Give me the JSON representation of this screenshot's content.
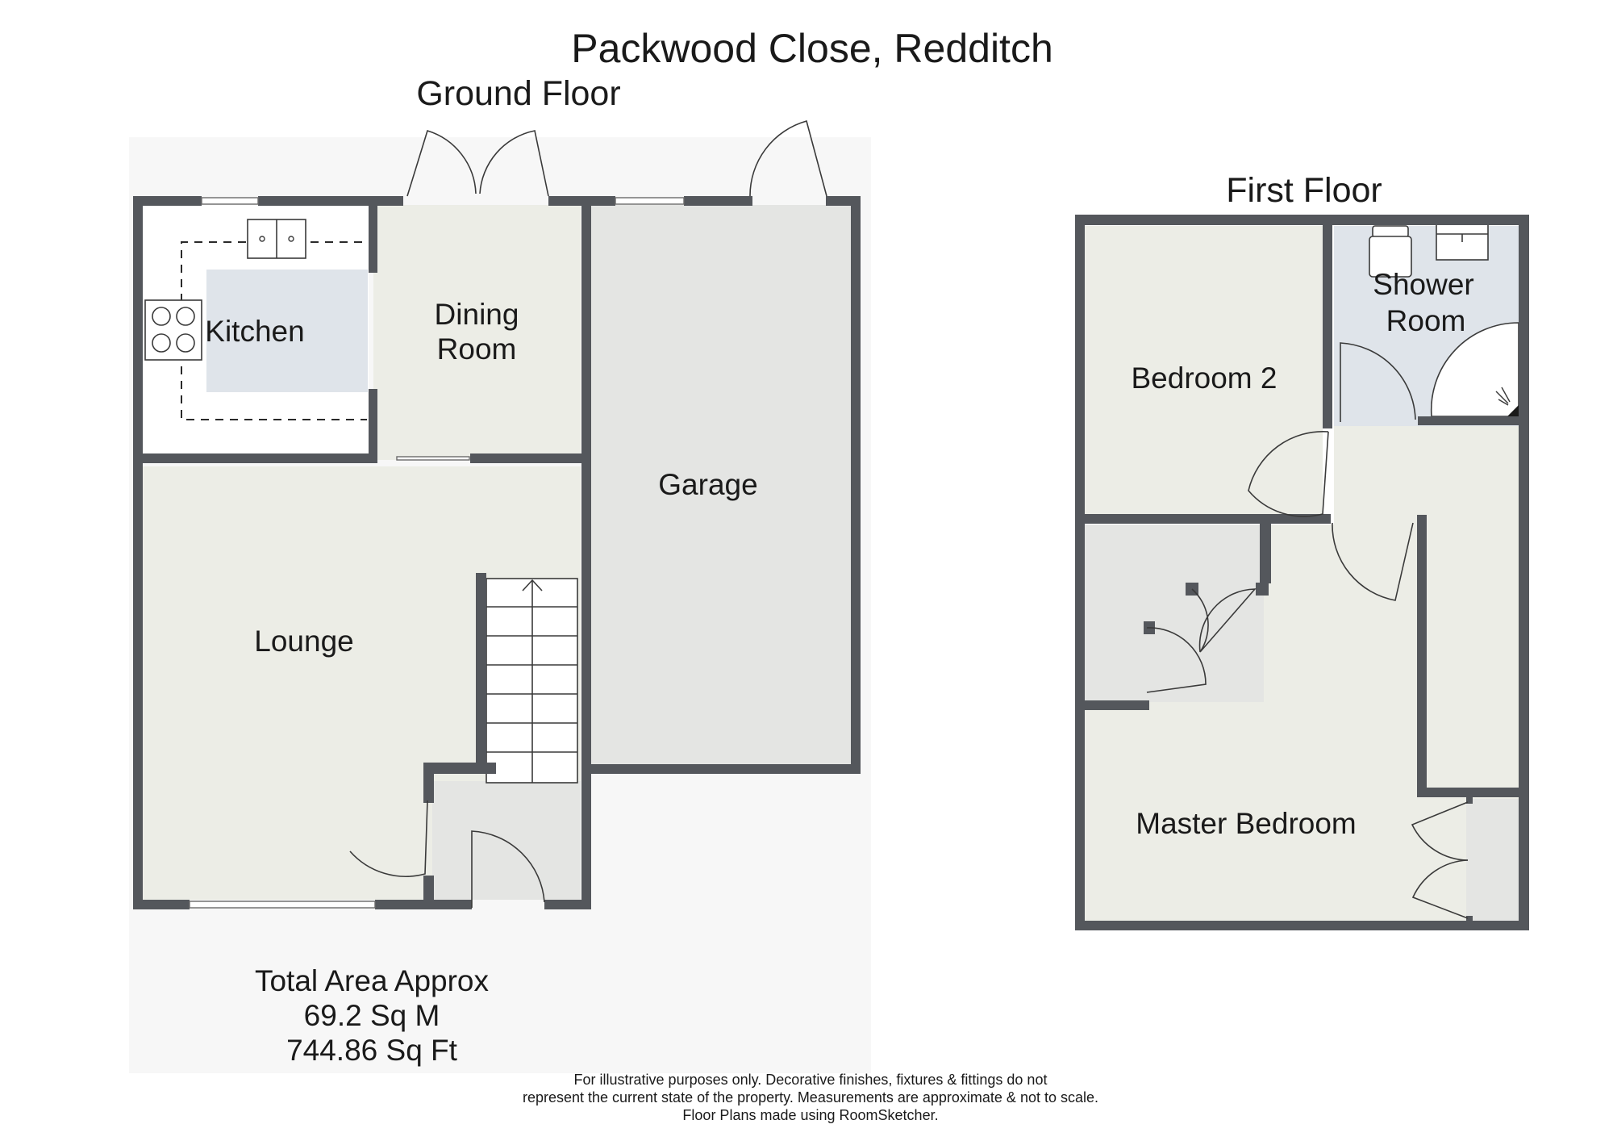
{
  "title": "Packwood Close, Redditch",
  "floors": {
    "ground": {
      "label": "Ground Floor",
      "rooms": {
        "kitchen": "Kitchen",
        "dining_line1": "Dining",
        "dining_line2": "Room",
        "garage": "Garage",
        "lounge": "Lounge"
      }
    },
    "first": {
      "label": "First Floor",
      "rooms": {
        "shower_line1": "Shower",
        "shower_line2": "Room",
        "bedroom2": "Bedroom 2",
        "master": "Master Bedroom"
      }
    }
  },
  "area": {
    "line1": "Total Area Approx",
    "line2": "69.2 Sq M",
    "line3": "744.86 Sq Ft"
  },
  "disclaimer": {
    "line1": "For illustrative purposes only. Decorative finishes, fixtures & fittings do not",
    "line2": "represent the current state of the property. Measurements are approximate & not to scale.",
    "line3": "Floor Plans made using RoomSketcher."
  },
  "colors": {
    "wall": "#54575c",
    "floor_fill": "#ecede6",
    "garage_fill": "#e4e5e3",
    "kitchen_fill": "#dfe4ea",
    "shower_fill": "#dfe4ea",
    "stair_fill": "#ffffff",
    "page_bg_fill": "#f7f7f7"
  }
}
